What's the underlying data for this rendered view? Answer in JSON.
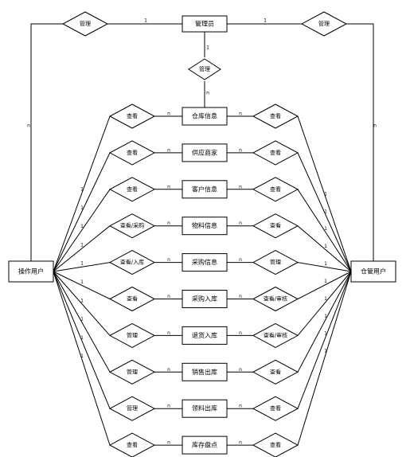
{
  "entities": {
    "admin": "管理员",
    "operator": "操作用户",
    "warehouse_user": "仓管用户",
    "center": [
      "仓库信息",
      "供应商家",
      "客户信息",
      "物料信息",
      "采购信息",
      "采购入库",
      "退货入库",
      "销售出库",
      "领料出库",
      "库存盘点"
    ]
  },
  "relationships": {
    "admin_to_operator": "管理",
    "admin_to_warehouse_user": "管理",
    "admin_to_warehouse_info": "管理",
    "operator_side": [
      "查看",
      "查看",
      "查看",
      "查看/采购",
      "查看/入库",
      "查看",
      "管理",
      "管理",
      "管理",
      "查看"
    ],
    "warehouse_user_side": [
      "查看",
      "查看",
      "查看",
      "查看",
      "管理",
      "查看/审核",
      "查看/审核",
      "查看",
      "查看",
      "查看"
    ]
  },
  "cardinalities": {
    "one": "1",
    "many": "n"
  }
}
